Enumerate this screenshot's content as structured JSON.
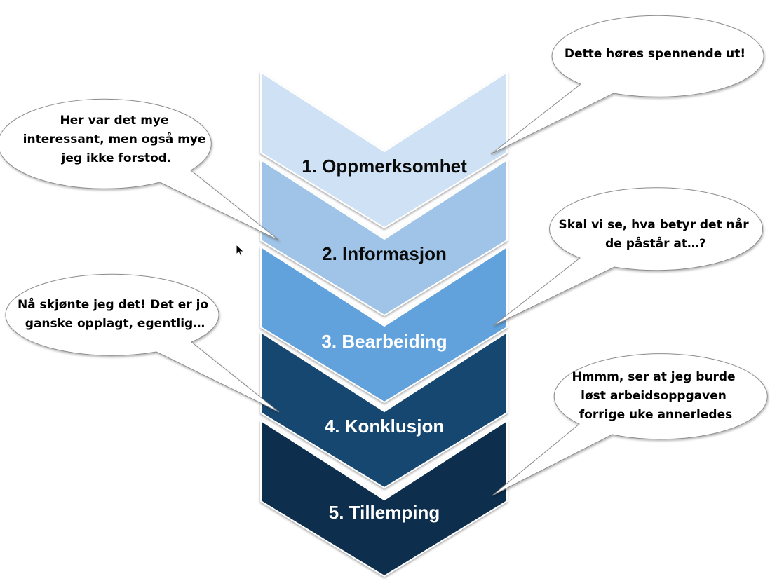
{
  "diagram": {
    "steps": [
      {
        "label": "1. Oppmerksomhet",
        "fill": "#cfe1f4",
        "text_color": "#0a0a0a"
      },
      {
        "label": "2. Informasjon",
        "fill": "#9fc4e7",
        "text_color": "#0a0a0a"
      },
      {
        "label": "3. Bearbeiding",
        "fill": "#62a2dc",
        "text_color": "#ffffff"
      },
      {
        "label": "4. Konklusjon",
        "fill": "#17466f",
        "text_color": "#ffffff"
      },
      {
        "label": "5. Tillemping",
        "fill": "#0e2e4d",
        "text_color": "#ffffff"
      }
    ],
    "bubbles": [
      {
        "side": "right",
        "step": 1,
        "lines": [
          "Dette høres spennende ut!"
        ]
      },
      {
        "side": "left",
        "step": 2,
        "lines": [
          "Her var det mye",
          "interessant, men også mye",
          "jeg ikke forstod."
        ]
      },
      {
        "side": "right",
        "step": 3,
        "lines": [
          "Skal vi se, hva betyr det når",
          "de påstår at…?"
        ]
      },
      {
        "side": "left",
        "step": 4,
        "lines": [
          "Nå skjønte jeg det! Det er jo",
          "ganske opplagt, egentlig…"
        ]
      },
      {
        "side": "right",
        "step": 5,
        "lines": [
          "Hmmm, ser at jeg burde",
          "løst arbeidsoppgaven",
          "forrige uke annerledes"
        ]
      }
    ]
  },
  "cursor": {
    "icon": "mouse-pointer-icon"
  }
}
